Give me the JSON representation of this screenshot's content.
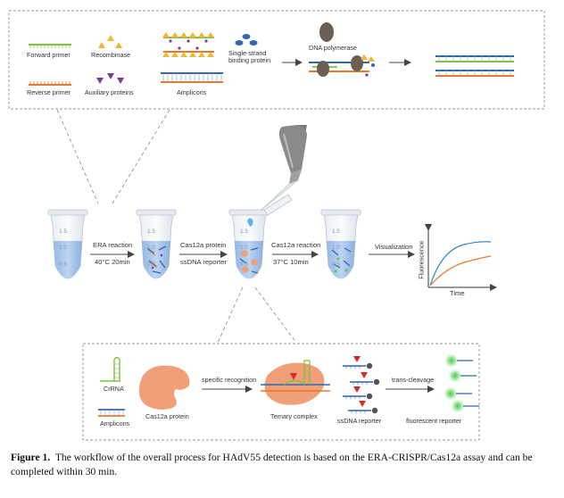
{
  "top_panel": {
    "forward_primer": "Forward primer",
    "reverse_primer": "Reverse primer",
    "recombinase": "Recombinase",
    "auxiliary_proteins": "Auxiliary proteins",
    "ssb_line1": "Single-strand",
    "ssb_line2": "binding protein",
    "amplicons": "Amplicons",
    "dna_polymerase": "DNA polymerase"
  },
  "tube_row": {
    "tube_marks": [
      "1.5",
      "1.0",
      "0.5"
    ],
    "step1_line1": "ERA reaction",
    "step1_line2": "40°C  20min",
    "step2_line1": "Cas12a protein",
    "step2_line2": "ssDNA reporter",
    "step3_line1": "Cas12a reaction",
    "step3_line2": "37°C  10min",
    "step4": "Visualization",
    "plot_ylabel": "Fluorescence",
    "plot_xlabel": "Time"
  },
  "bottom_panel": {
    "crrna": "CrRNA",
    "amplicons": "Amplicons",
    "cas12a_protein": "Cas12a protein",
    "specific_recognition": "specific recognition",
    "ternary_complex": "Ternary complex",
    "ssdna_reporter": "ssDNA reporter",
    "trans_cleavage": "trans-cleavage",
    "fluorescent_reporter": "fluorescent reporter"
  },
  "caption": {
    "label": "Figure 1.",
    "text": "The workflow of the overall process for HAdV55 detection is based on the ERA-CRISPR/Cas12a assay and can be completed within 30 min."
  },
  "colors": {
    "forward_primer": "#7dc242",
    "reverse_primer": "#e8792b",
    "dna_strand": "#2f67b1",
    "recombinase": "#f2b632",
    "auxiliary": "#7a3d98",
    "ssb": "#2f67b1",
    "polymerase": "#6b5e53",
    "cas12a": "#f0a079",
    "tube_liquid": "#a8c8ec",
    "curve_blue": "#2f86c9",
    "curve_orange": "#e8792b",
    "glow": "#4ec94e"
  }
}
